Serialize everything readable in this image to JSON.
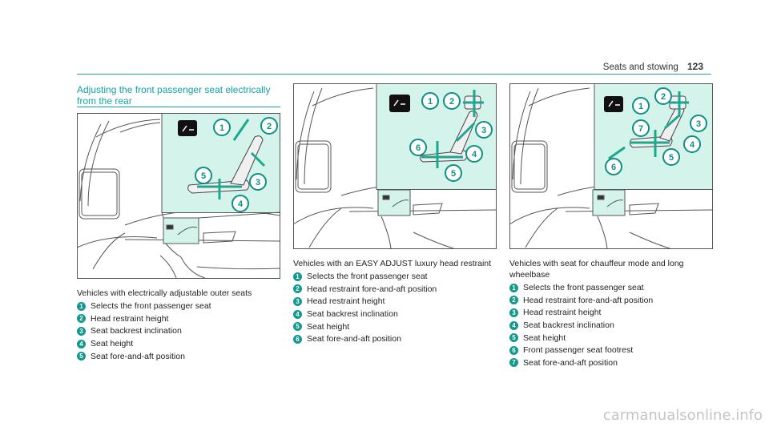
{
  "header": {
    "section": "Seats and stowing",
    "page_number": "123"
  },
  "section_title": "Adjusting the front passenger seat electrically from the rear",
  "figures": [
    {
      "intro": "Vehicles with electrically adjustable outer seats",
      "items": [
        {
          "num": "1",
          "text": "Selects the front passenger seat"
        },
        {
          "num": "2",
          "text": "Head restraint height"
        },
        {
          "num": "3",
          "text": "Seat backrest inclination"
        },
        {
          "num": "4",
          "text": "Seat height"
        },
        {
          "num": "5",
          "text": "Seat fore-and-aft position"
        }
      ]
    },
    {
      "intro": "Vehicles with an EASY ADJUST luxury head restraint",
      "items": [
        {
          "num": "1",
          "text": "Selects the front passenger seat"
        },
        {
          "num": "2",
          "text": "Head restraint fore-and-aft position"
        },
        {
          "num": "3",
          "text": "Head restraint height"
        },
        {
          "num": "4",
          "text": "Seat backrest inclination"
        },
        {
          "num": "5",
          "text": "Seat height"
        },
        {
          "num": "6",
          "text": "Seat fore-and-aft position"
        }
      ]
    },
    {
      "intro": "Vehicles with seat for chauffeur mode and long wheelbase",
      "items": [
        {
          "num": "1",
          "text": "Selects the front passenger seat"
        },
        {
          "num": "2",
          "text": "Head restraint fore-and-aft position"
        },
        {
          "num": "3",
          "text": "Head restraint height"
        },
        {
          "num": "4",
          "text": "Seat backrest inclination"
        },
        {
          "num": "5",
          "text": "Seat height"
        },
        {
          "num": "6",
          "text": "Front passenger seat footrest"
        },
        {
          "num": "7",
          "text": "Seat fore-and-aft position"
        }
      ]
    }
  ],
  "watermark": "carmanualsonline.info",
  "colors": {
    "accent": "#13a3a7",
    "highlight": "#d4f3ea",
    "badge": "#12998f"
  }
}
